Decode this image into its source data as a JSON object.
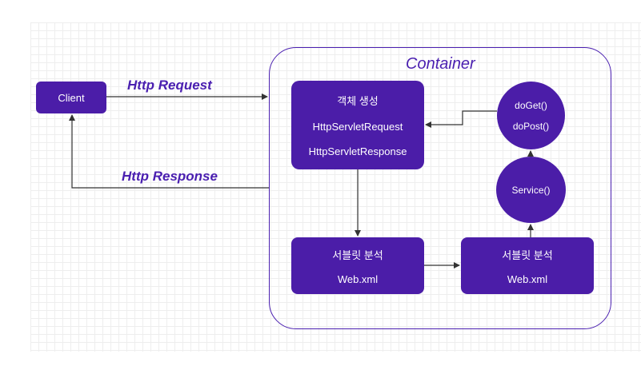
{
  "client": {
    "label": "Client"
  },
  "edges": {
    "request": "Http Request",
    "response": "Http Response"
  },
  "container": {
    "title": "Container"
  },
  "main_box": {
    "line1": "객체 생성",
    "line2": "HttpServletRequest",
    "line3": "HttpServletResponse"
  },
  "parse_left": {
    "line1": "서블릿 분석",
    "line2": "Web.xml"
  },
  "parse_right": {
    "line1": "서블릿 분석",
    "line2": "Web.xml"
  },
  "circle_do": {
    "line1": "doGet()",
    "line2": "doPost()"
  },
  "circle_service": {
    "label": "Service()"
  },
  "colors": {
    "box_fill": "#4b1da8",
    "accent": "#4a1fb0",
    "text": "#ffffff",
    "line": "#333333"
  }
}
